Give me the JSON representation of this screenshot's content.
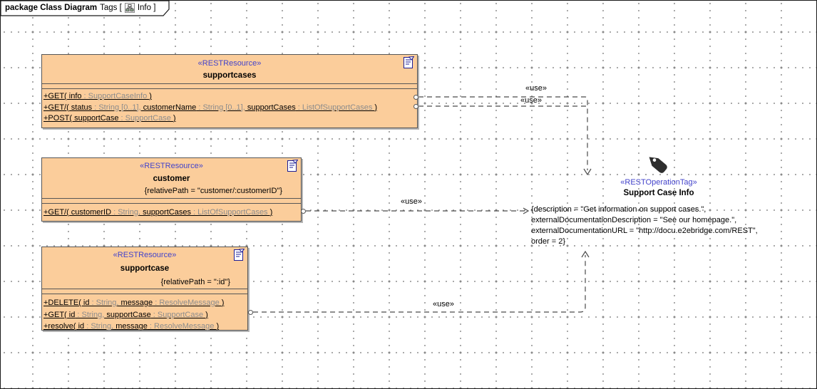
{
  "tab": {
    "keyword_title": "package Class Diagram",
    "context_text": "Tags [",
    "info_text": "Info ]",
    "icon": "class-diagram-icon"
  },
  "colors": {
    "class_fill": "#FBCD9B",
    "class_border": "#565656",
    "stereotype_blue": "#4343CB",
    "type_gray": "#8C8C8C",
    "line_color": "#4A4A4A",
    "tag_icon_fill": "#2E2E2E"
  },
  "classes": [
    {
      "id": "supportcases",
      "stereotype": "«RESTResource»",
      "name": "supportcases",
      "tagged_value": null,
      "doc_icon": "document-icon",
      "operations": [
        {
          "segments": [
            {
              "text": "+GET( info",
              "kind": "name"
            },
            {
              "text": " : SupportCaseInfo ",
              "kind": "type"
            },
            {
              "text": ")",
              "kind": "name"
            }
          ]
        },
        {
          "segments": [
            {
              "text": "+GET/( status",
              "kind": "name"
            },
            {
              "text": " : String [0..1],",
              "kind": "type"
            },
            {
              "text": " customerName",
              "kind": "name"
            },
            {
              "text": " : String [0..1],",
              "kind": "type"
            },
            {
              "text": " supportCases",
              "kind": "name"
            },
            {
              "text": " : ListOfSupportCases ",
              "kind": "type"
            },
            {
              "text": ")",
              "kind": "name"
            }
          ]
        },
        {
          "segments": [
            {
              "text": "+POST( supportCase",
              "kind": "name"
            },
            {
              "text": " : SupportCase ",
              "kind": "type"
            },
            {
              "text": ")",
              "kind": "name"
            }
          ]
        }
      ]
    },
    {
      "id": "customer",
      "stereotype": "«RESTResource»",
      "name": "customer",
      "tagged_value": "{relativePath = \"customer/:customerID\"}",
      "doc_icon": "document-icon",
      "operations": [
        {
          "segments": [
            {
              "text": "+GET/( customerID",
              "kind": "name"
            },
            {
              "text": " : String,",
              "kind": "type"
            },
            {
              "text": " supportCases",
              "kind": "name"
            },
            {
              "text": " : ListOfSupportCases ",
              "kind": "type"
            },
            {
              "text": ")",
              "kind": "name"
            }
          ]
        }
      ]
    },
    {
      "id": "supportcase",
      "stereotype": "«RESTResource»",
      "name": "supportcase",
      "tagged_value": "{relativePath = \":id\"}",
      "doc_icon": "document-icon",
      "operations": [
        {
          "segments": [
            {
              "text": "+DELETE( id",
              "kind": "name"
            },
            {
              "text": " : String,",
              "kind": "type"
            },
            {
              "text": " message",
              "kind": "name"
            },
            {
              "text": " : ResolveMessage ",
              "kind": "type"
            },
            {
              "text": ")",
              "kind": "name"
            }
          ]
        },
        {
          "segments": [
            {
              "text": "+GET( id",
              "kind": "name"
            },
            {
              "text": " : String,",
              "kind": "type"
            },
            {
              "text": " supportCase",
              "kind": "name"
            },
            {
              "text": " : SupportCase ",
              "kind": "type"
            },
            {
              "text": ")",
              "kind": "name"
            }
          ]
        },
        {
          "segments": [
            {
              "text": "+resolve( id",
              "kind": "name"
            },
            {
              "text": " : String,",
              "kind": "type"
            },
            {
              "text": " message",
              "kind": "name"
            },
            {
              "text": " : ResolveMessage ",
              "kind": "type"
            },
            {
              "text": ")",
              "kind": "name"
            }
          ]
        }
      ]
    }
  ],
  "dependencies": [
    {
      "id": "use-supportcases-get-info",
      "label": "«use»"
    },
    {
      "id": "use-supportcases-get-query",
      "label": "«use»"
    },
    {
      "id": "use-customer-get",
      "label": "«use»"
    },
    {
      "id": "use-supportcase-get",
      "label": "«use»"
    }
  ],
  "tag": {
    "icon": "rest-operation-tag-icon",
    "stereotype": "«RESTOperationTag»",
    "name": "Support Case Info",
    "properties": [
      "{description = \"Get information on support cases.\",",
      "externalDocumentationDescription = \"See our homepage.\",",
      "externalDocumentationURL = \"http://docu.e2ebridge.com/REST\",",
      "order = 2}"
    ]
  }
}
